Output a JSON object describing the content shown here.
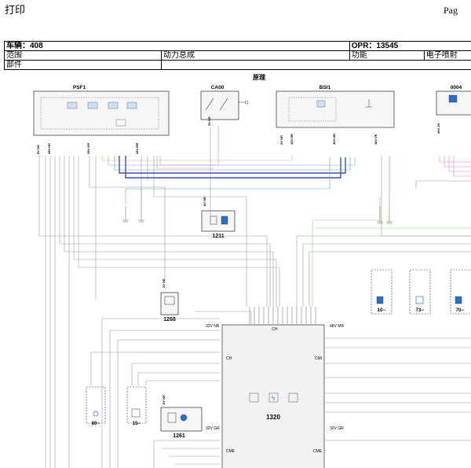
{
  "header": {
    "print": "打印",
    "page": "Pag"
  },
  "info": {
    "vehicle": "车辆：408",
    "opr": "OPR：13545",
    "scope_label": "范围",
    "scope_value": "动力总成",
    "function_label": "功能",
    "function_value": "电子喷射",
    "part_label": "部件"
  },
  "diagram": {
    "title": "原理",
    "components": [
      {
        "id": "PSF1"
      },
      {
        "id": "CA00"
      },
      {
        "id": "BSI1"
      },
      {
        "id": "0004"
      },
      {
        "id": "1211"
      },
      {
        "id": "1268"
      },
      {
        "id": "1320"
      },
      {
        "id": "1261"
      },
      {
        "id": "80--"
      },
      {
        "id": "15--"
      },
      {
        "id": "10--"
      },
      {
        "id": "73--"
      },
      {
        "id": "70--"
      }
    ],
    "ecu_labels": {
      "top_left": "32V NR",
      "top_right": "48V MR",
      "ch_top": "CH",
      "ch_left": "CH",
      "cmi": "CMI",
      "mid_left": "32V GR",
      "mid_right": "32V GR",
      "cme_left": "CME",
      "cme_right": "CME"
    },
    "connector_labels": {
      "psf1_a": "5V NO",
      "psf1_b": "28V NR",
      "psf1_c": "28V GR",
      "psf1_d": "28V MR",
      "ca00": "3V NR",
      "bsi1_a": "2V GR",
      "bsi1_b": "16V NR",
      "bsi1_c": "40V NR",
      "bsi1_d": "16V VE",
      "c0004": "26V JN",
      "c1211": "6V NR",
      "c1268": "2V NR",
      "c1261": "6V NR"
    }
  }
}
